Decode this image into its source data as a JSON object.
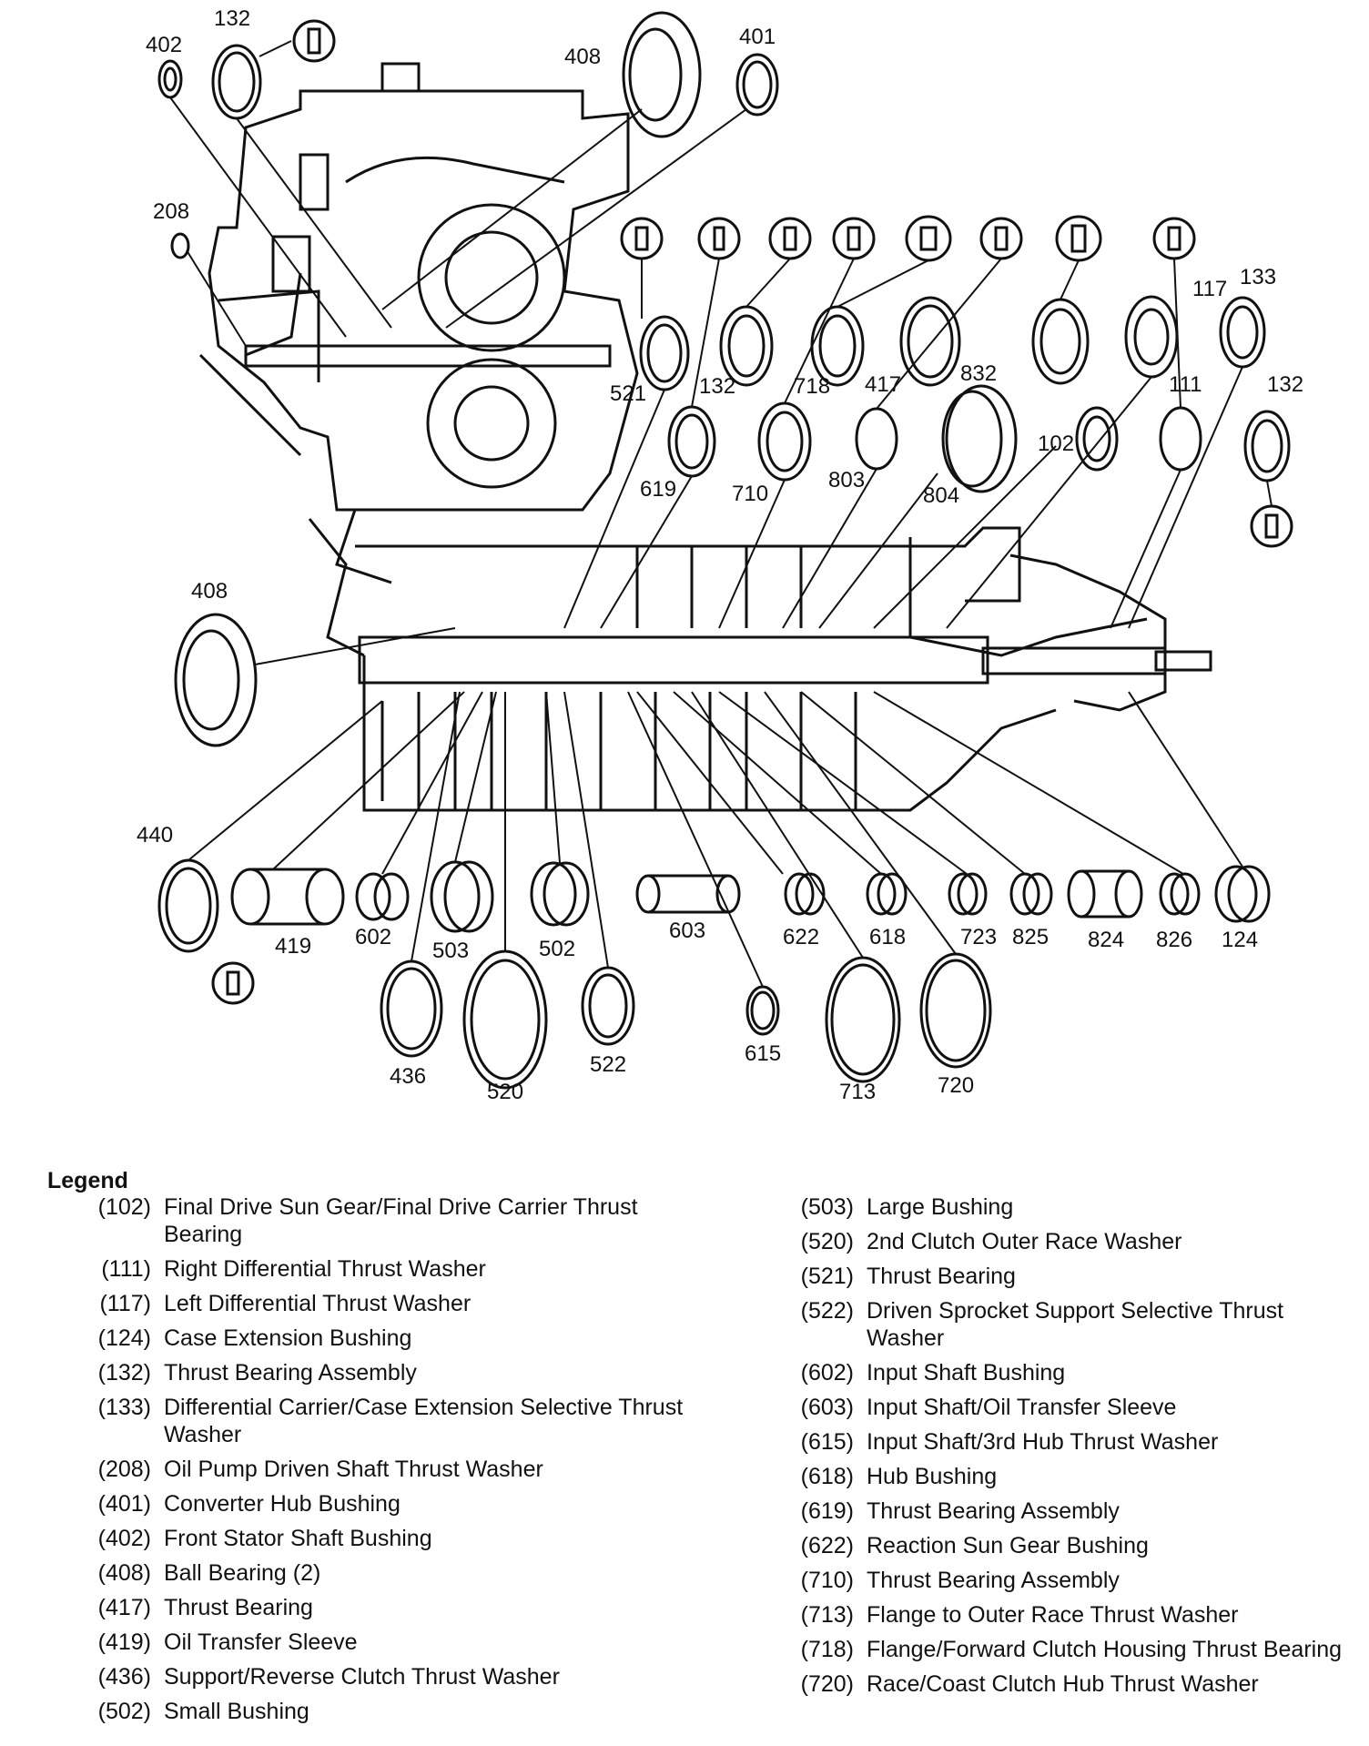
{
  "legend": {
    "title": "Legend",
    "left": [
      {
        "code": "(102)",
        "desc": "Final Drive Sun Gear/Final Drive Carrier Thrust Bearing"
      },
      {
        "code": "(111)",
        "desc": "Right Differential Thrust Washer"
      },
      {
        "code": "(117)",
        "desc": "Left Differential Thrust Washer"
      },
      {
        "code": "(124)",
        "desc": "Case Extension Bushing"
      },
      {
        "code": "(132)",
        "desc": "Thrust Bearing Assembly"
      },
      {
        "code": "(133)",
        "desc": "Differential Carrier/Case Extension Selective Thrust Washer"
      },
      {
        "code": "(208)",
        "desc": "Oil Pump Driven Shaft Thrust Washer"
      },
      {
        "code": "(401)",
        "desc": "Converter Hub Bushing"
      },
      {
        "code": "(402)",
        "desc": "Front Stator Shaft Bushing"
      },
      {
        "code": "(408)",
        "desc": "Ball Bearing (2)"
      },
      {
        "code": "(417)",
        "desc": "Thrust Bearing"
      },
      {
        "code": "(419)",
        "desc": "Oil Transfer Sleeve"
      },
      {
        "code": "(436)",
        "desc": "Support/Reverse Clutch Thrust Washer"
      },
      {
        "code": "(502)",
        "desc": "Small Bushing"
      }
    ],
    "right": [
      {
        "code": "(503)",
        "desc": "Large Bushing"
      },
      {
        "code": "(520)",
        "desc": "2nd Clutch Outer Race Washer"
      },
      {
        "code": "(521)",
        "desc": "Thrust Bearing"
      },
      {
        "code": "(522)",
        "desc": "Driven Sprocket Support Selective Thrust Washer"
      },
      {
        "code": "(602)",
        "desc": "Input Shaft Bushing"
      },
      {
        "code": "(603)",
        "desc": "Input Shaft/Oil Transfer Sleeve"
      },
      {
        "code": "(615)",
        "desc": "Input Shaft/3rd Hub Thrust Washer"
      },
      {
        "code": "(618)",
        "desc": "Hub Bushing"
      },
      {
        "code": "(619)",
        "desc": "Thrust Bearing Assembly"
      },
      {
        "code": "(622)",
        "desc": "Reaction Sun Gear Bushing"
      },
      {
        "code": "(710)",
        "desc": "Thrust Bearing Assembly"
      },
      {
        "code": "(713)",
        "desc": "Flange to Outer Race Thrust Washer"
      },
      {
        "code": "(718)",
        "desc": "Flange/Forward Clutch Housing Thrust Bearing"
      },
      {
        "code": "(720)",
        "desc": "Race/Coast Clutch Hub Thrust Washer"
      }
    ]
  },
  "callouts": {
    "c132a": "132",
    "c402": "402",
    "c408a": "408",
    "c401": "401",
    "c208": "208",
    "c117": "117",
    "c133": "133",
    "c132b": "132",
    "c521": "521",
    "c132c": "132",
    "c718": "718",
    "c417": "417",
    "c832": "832",
    "c111": "111",
    "c619": "619",
    "c710": "710",
    "c803": "803",
    "c804": "804",
    "c102": "102",
    "c408b": "408",
    "c440": "440",
    "c419": "419",
    "c602": "602",
    "c503": "503",
    "c502": "502",
    "c603": "603",
    "c622": "622",
    "c618": "618",
    "c723": "723",
    "c825": "825",
    "c824": "824",
    "c826": "826",
    "c124": "124",
    "c436": "436",
    "c520": "520",
    "c522": "522",
    "c615": "615",
    "c713": "713",
    "c720": "720"
  }
}
